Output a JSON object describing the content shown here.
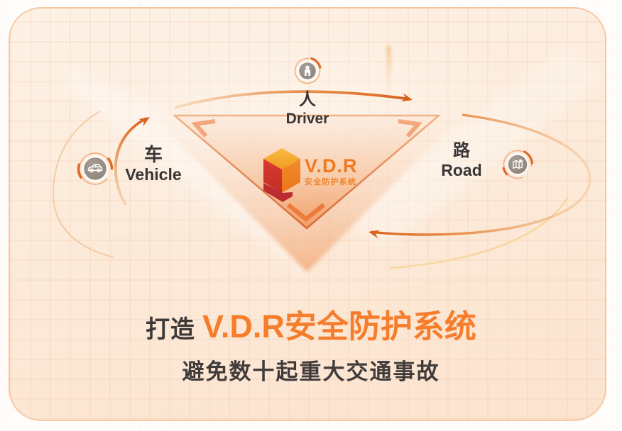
{
  "poster": {
    "nodes": {
      "driver": {
        "zh": "人",
        "en": "Driver",
        "icon": "person-icon"
      },
      "vehicle": {
        "zh": "车",
        "en": "Vehicle",
        "icon": "car-icon"
      },
      "road": {
        "zh": "路",
        "en": "Road",
        "icon": "map-icon"
      }
    },
    "logo": {
      "wordmark": "V.D.R",
      "subtitle": "安全防护系统"
    },
    "headline": {
      "prefix": "打造",
      "highlight": "V.D.R安全防护系统"
    },
    "subheadline": "避免数十起重大交通事故",
    "colors": {
      "accent_orange": "#f57d2c",
      "logo_orange": "#ee7a22",
      "dark_text": "#3d3938",
      "card_border": "#f6c196",
      "card_bg": "#fcead9",
      "arc_orange": "#d8611c",
      "cube_red": "#d63b2e",
      "cube_orange": "#ef8122",
      "cube_yellow": "#f8b33c",
      "icon_gray": "#9a9189"
    }
  }
}
